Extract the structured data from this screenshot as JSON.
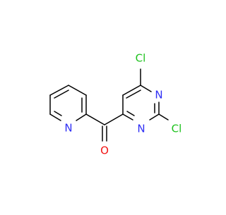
{
  "molecule": {
    "atoms": {
      "chlorine_top": "Cl",
      "chlorine_bottom": "Cl",
      "pyrimidine_n1": "N",
      "pyrimidine_n3": "N",
      "pyridine_n": "N",
      "carbonyl_o": "O"
    },
    "colors": {
      "bond": "#000000",
      "carbon": "#000000",
      "nitrogen": "#2e2ef5",
      "oxygen": "#f21414",
      "chlorine": "#1ec21e"
    }
  }
}
